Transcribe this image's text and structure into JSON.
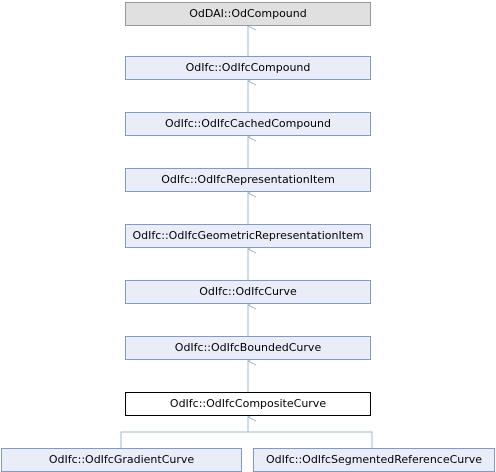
{
  "classes": {
    "root": "OdDAI::OdCompound",
    "compound": "OdIfc::OdIfcCompound",
    "cached_compound": "OdIfc::OdIfcCachedCompound",
    "representation_item": "OdIfc::OdIfcRepresentationItem",
    "geometric_representation_item": "OdIfc::OdIfcGeometricRepresentationItem",
    "curve": "OdIfc::OdIfcCurve",
    "bounded_curve": "OdIfc::OdIfcBoundedCurve",
    "composite_curve": "OdIfc::OdIfcCompositeCurve",
    "gradient_curve": "OdIfc::OdIfcGradientCurve",
    "segmented_reference_curve": "OdIfc::OdIfcSegmentedReferenceCurve"
  },
  "colors": {
    "node_fill": "#e9edf7",
    "node_border": "#8497c9",
    "root_fill": "#e0e0e0",
    "current_fill": "#ffffff",
    "edge": "#9dbbd0"
  }
}
